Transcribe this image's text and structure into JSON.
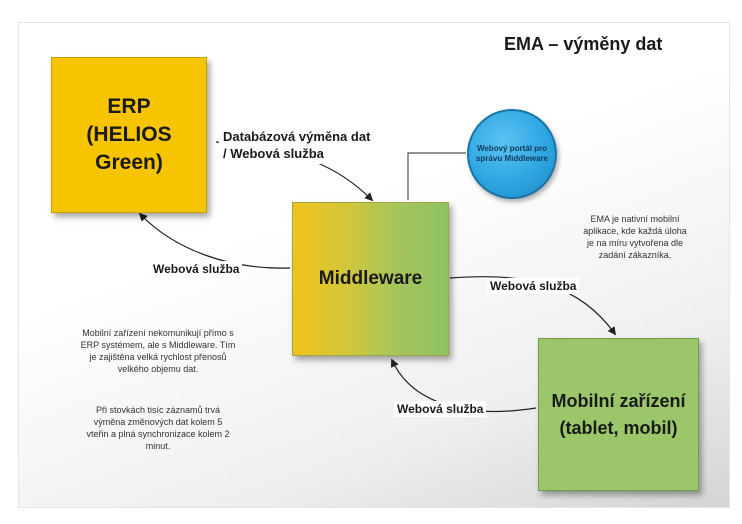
{
  "title": "EMA – výměny dat",
  "nodes": {
    "erp": "ERP\n(HELIOS Green)",
    "middleware": "Middleware",
    "mobile": "Mobilní zařízení\n(tablet, mobil)",
    "portal": "Webový portál pro\nsprávu Middleware"
  },
  "edge_labels": {
    "erp_middleware_db": "Databázová výměna dat\n/ Webová služba",
    "erp_middleware_ws": "Webová služba",
    "middleware_mobile_top": "Webová služba",
    "middleware_mobile_bottom": "Webová služba"
  },
  "notes": {
    "ema_native": "EMA je nativní mobilní\naplikace, kde každá úloha\nje na míru vytvořena dle\nzadání zákazníka.",
    "mobile_comm": "Mobilní zařízení nekomunikují přímo s\nERP systémem, ale s Middleware. Tím\nje zajištěna velká rychlost přenosů\nvelkého objemu dat.",
    "sync": "Při stovkách tisíc záznamů trvá\nvýměna změnových dat kolem 5\nvteřin a plná synchronizace kolem 2\nminut."
  },
  "colors": {
    "erp": "#f6c400",
    "middleware_from": "#f2c21d",
    "middleware_to": "#90c263",
    "mobile": "#9bc76a",
    "portal": "#2ea6e2"
  }
}
